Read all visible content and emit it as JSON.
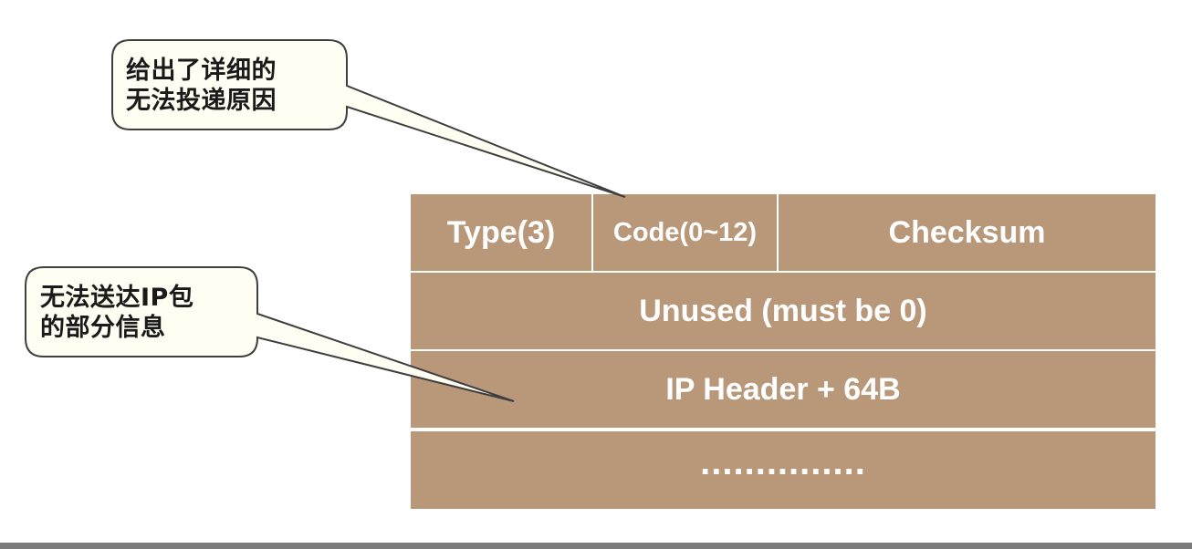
{
  "callouts": {
    "top": {
      "line1": "给出了详细的",
      "line2": "无法投递原因"
    },
    "left": {
      "line1": "无法送达IP包",
      "line2": "的部分信息"
    }
  },
  "packet": {
    "row1": {
      "type": "Type(3)",
      "code": "Code(0~12)",
      "checksum": "Checksum"
    },
    "row2": "Unused (must be 0)",
    "row3": "IP Header + 64B",
    "row4": "..............."
  },
  "colors": {
    "packet_fill": "#b9987a",
    "callout_fill": "#fffef2",
    "callout_border": "#3f3f3f",
    "bottom_rule": "#7b7b7b"
  }
}
